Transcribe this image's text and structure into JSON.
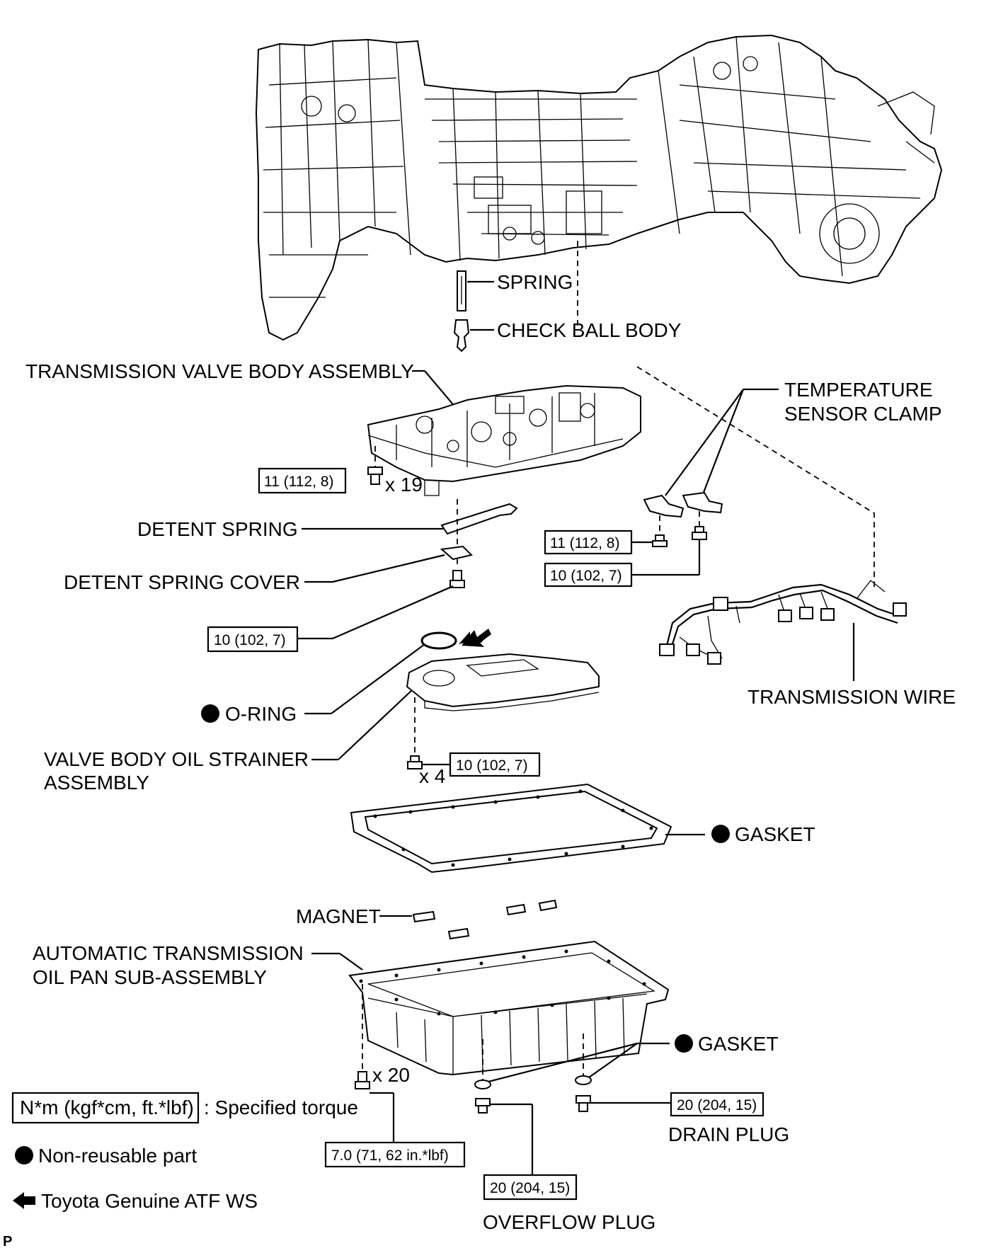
{
  "labels": {
    "spring": "SPRING",
    "check_ball_body": "CHECK BALL BODY",
    "valve_body_assembly": "TRANSMISSION VALVE BODY ASSEMBLY",
    "temp_sensor_clamp_1": "TEMPERATURE",
    "temp_sensor_clamp_2": "SENSOR CLAMP",
    "detent_spring": "DETENT SPRING",
    "detent_spring_cover": "DETENT SPRING COVER",
    "o_ring": "O-RING",
    "strainer_1": "VALVE BODY OIL STRAINER",
    "strainer_2": "ASSEMBLY",
    "transmission_wire": "TRANSMISSION WIRE",
    "gasket_pan": "GASKET",
    "magnet": "MAGNET",
    "oil_pan_1": "AUTOMATIC TRANSMISSION",
    "oil_pan_2": "OIL PAN SUB-ASSEMBLY",
    "gasket_plugs": "GASKET",
    "drain_plug": "DRAIN PLUG",
    "overflow_plug": "OVERFLOW PLUG",
    "page_marker": "P"
  },
  "quantities": {
    "valve_body_bolts": "x 19",
    "strainer_bolts": "x 4",
    "pan_bolts": "x 20"
  },
  "torques": {
    "valve_body": "11 (112, 8)",
    "clamp_a": "11 (112, 8)",
    "clamp_b": "10 (102, 7)",
    "detent_cover": "10 (102, 7)",
    "strainer": "10 (102, 7)",
    "pan_bolt": "7.0 (71, 62 in.*lbf)",
    "drain_plug": "20 (204, 15)",
    "overflow_plug": "20 (204, 15)"
  },
  "legend": {
    "torque_box": "N*m (kgf*cm, ft.*lbf)",
    "torque_desc": ": Specified torque",
    "non_reusable": "Non-reusable part",
    "atf": "Toyota Genuine ATF WS"
  }
}
